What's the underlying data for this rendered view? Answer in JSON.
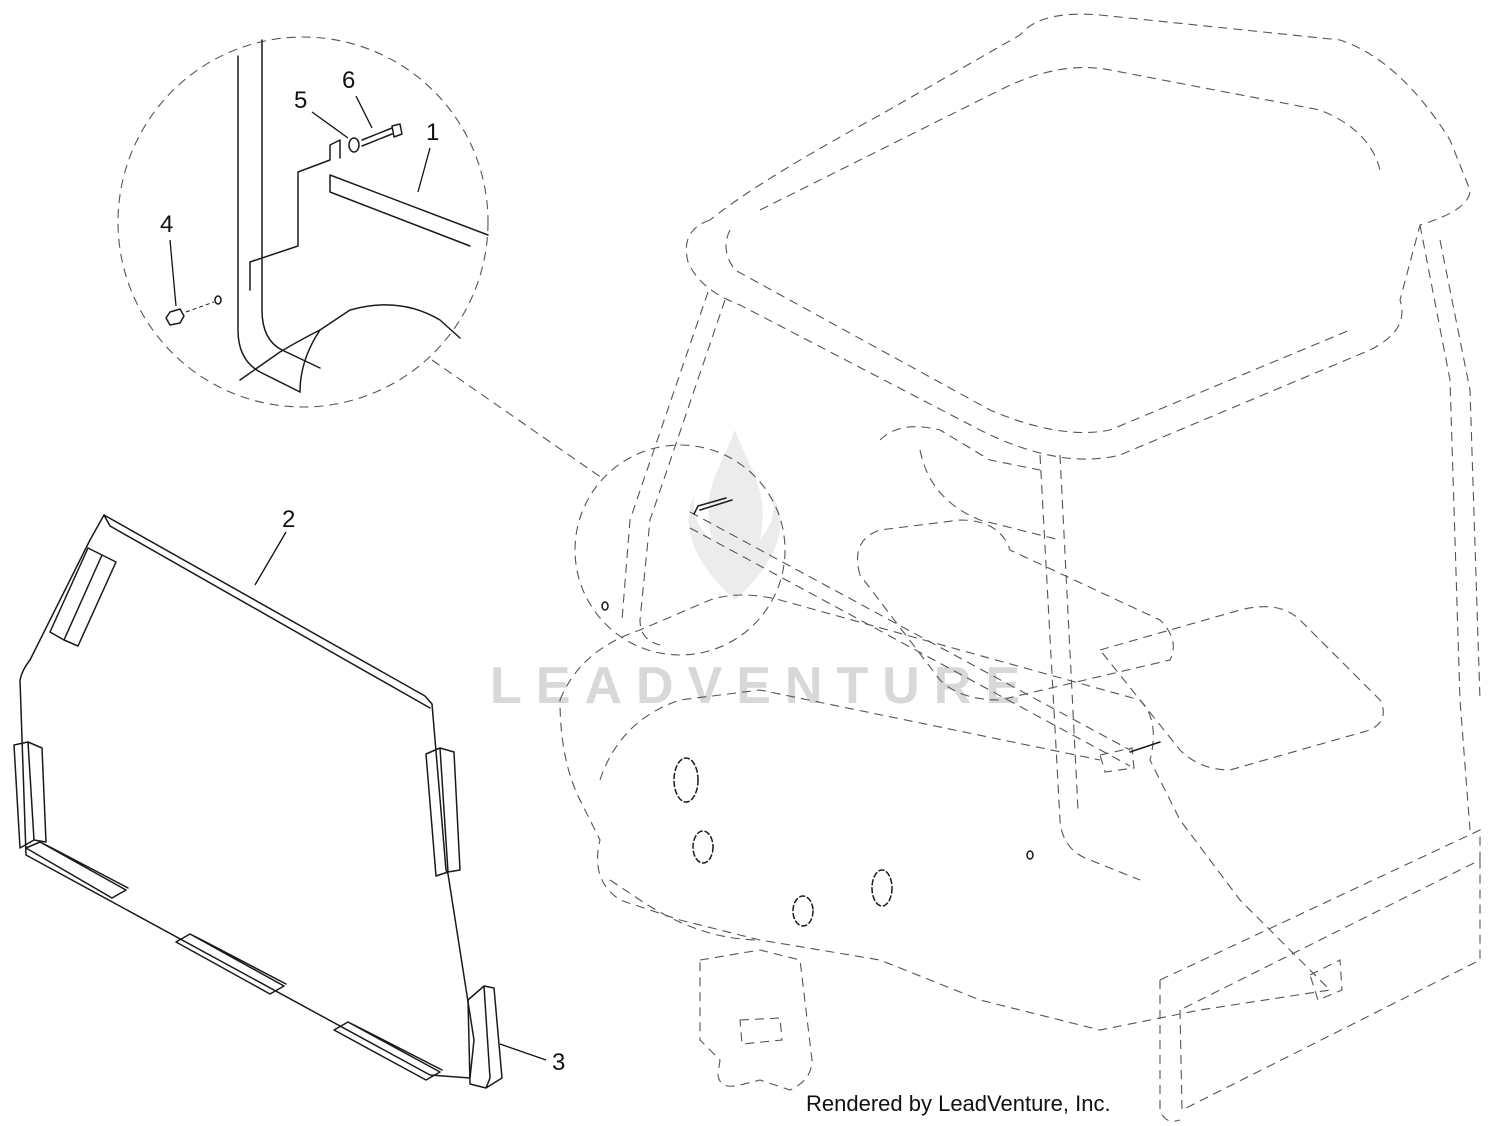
{
  "callouts": [
    {
      "id": "1",
      "label": "1"
    },
    {
      "id": "2",
      "label": "2"
    },
    {
      "id": "3",
      "label": "3"
    },
    {
      "id": "4",
      "label": "4"
    },
    {
      "id": "5",
      "label": "5"
    },
    {
      "id": "6",
      "label": "6"
    }
  ],
  "watermark": {
    "text": "LEADVENTURE"
  },
  "credit": {
    "text": "Rendered by LeadVenture, Inc."
  }
}
